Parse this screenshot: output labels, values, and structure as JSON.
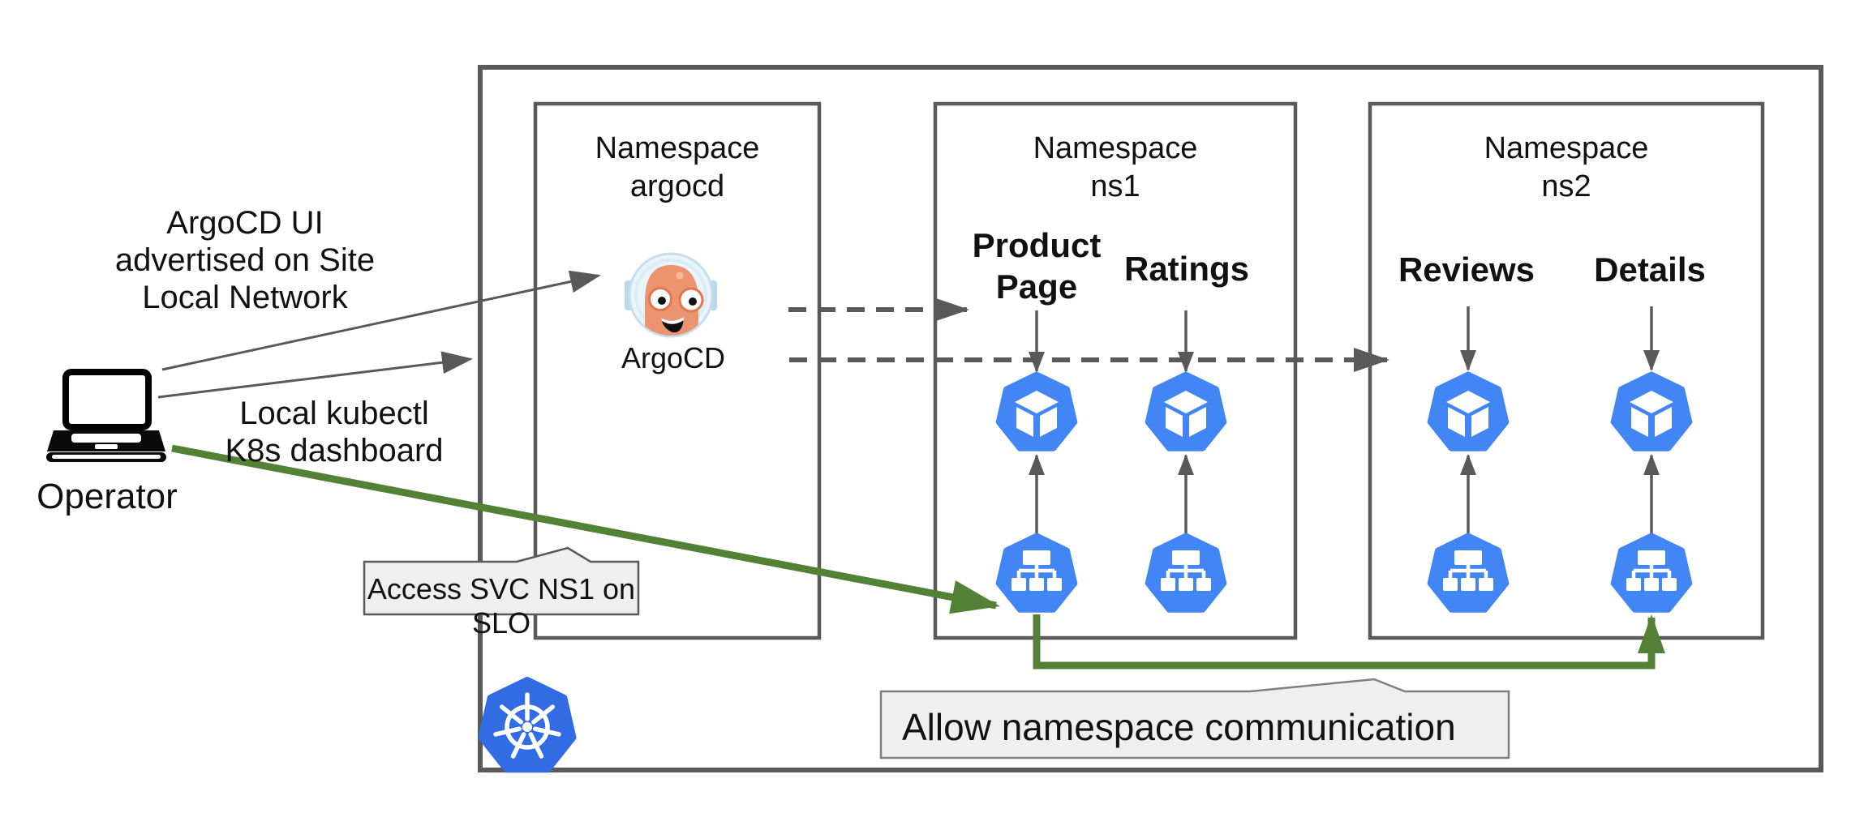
{
  "colors": {
    "line_gray": "#595959",
    "accent_green": "#538135",
    "resource_blue": "#4285F4",
    "k8s_blue": "#326CE5",
    "callout_fill": "#EFEFEF",
    "mascot_orange": "#EC9470",
    "helmet_blue": "#EAF4FB"
  },
  "operator": {
    "label": "Operator"
  },
  "annotations": {
    "argocd_ui": "ArgoCD UI\nadvertised on Site\nLocal Network",
    "kubectl": "Local kubectl\nK8s dashboard"
  },
  "cluster": {
    "namespaces": [
      {
        "title": "Namespace\nargocd",
        "app_label": "ArgoCD"
      },
      {
        "title": "Namespace\nns1",
        "services": [
          "Product\nPage",
          "Ratings"
        ]
      },
      {
        "title": "Namespace\nns2",
        "services": [
          "Reviews",
          "Details"
        ]
      }
    ]
  },
  "callouts": {
    "access_svc": "Access SVC NS1 on SLO",
    "allow_ns": "Allow namespace communication"
  }
}
